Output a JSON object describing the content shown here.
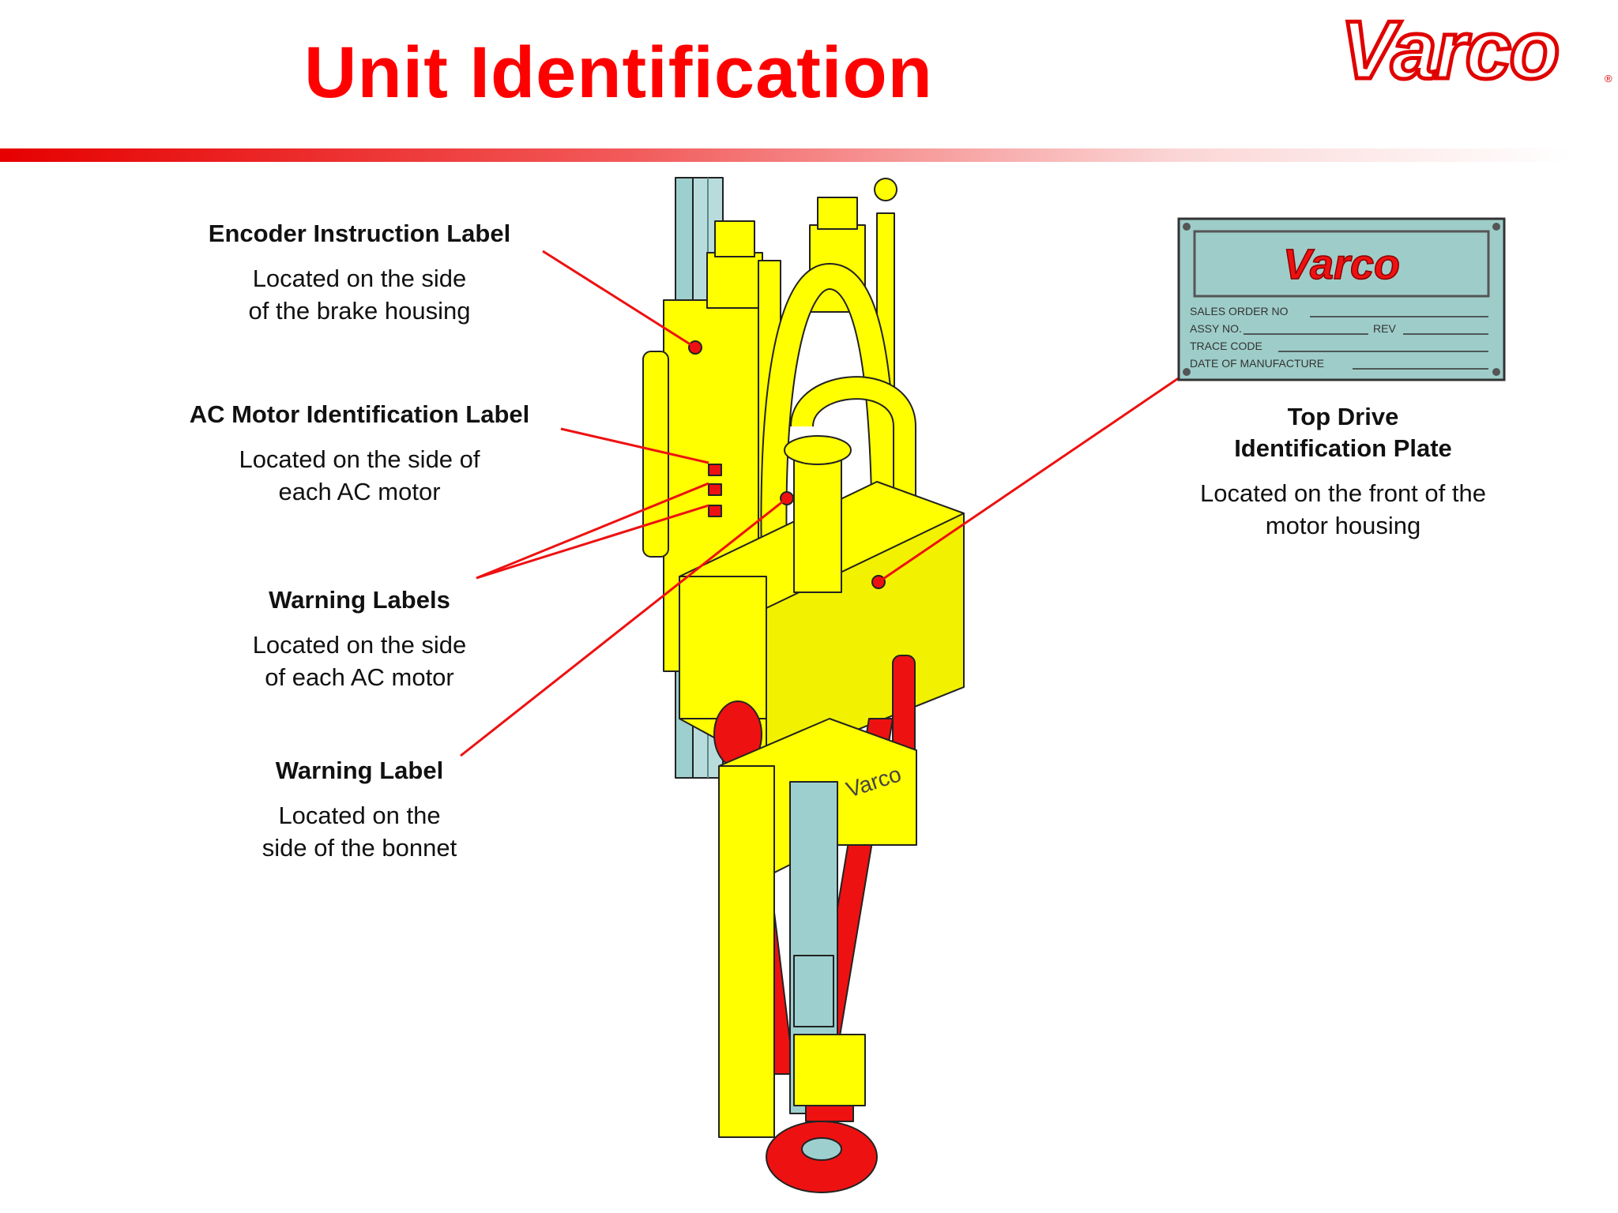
{
  "title": "Unit Identification",
  "brand": "Varco",
  "colors": {
    "accent": "#ff0000",
    "machine": "#ffff00",
    "linkage": "#ee1111",
    "mast": "#9ecfcf",
    "plate": "#9ecdc9"
  },
  "callouts": {
    "encoder": {
      "heading": "Encoder Instruction Label",
      "line1": "Located on the side",
      "line2": "of the brake housing"
    },
    "ac_motor": {
      "heading": "AC Motor Identification Label",
      "line1": "Located on the side of",
      "line2": "each AC motor"
    },
    "warning_labels": {
      "heading": "Warning Labels",
      "line1": "Located on the side",
      "line2": "of each AC motor"
    },
    "warning_label": {
      "heading": "Warning Label",
      "line1": "Located on the",
      "line2": "side of the bonnet"
    },
    "top_drive": {
      "heading_line1": "Top Drive",
      "heading_line2": "Identification Plate",
      "line1": "Located on the front of the",
      "line2": "motor housing"
    }
  },
  "plate": {
    "logo": "Varco",
    "sales_order": "SALES ORDER NO",
    "assy_no": "ASSY NO.",
    "rev": "REV",
    "trace_code": "TRACE CODE",
    "date_of_manufacture": "DATE OF MANUFACTURE"
  },
  "machine_label": "Varco"
}
